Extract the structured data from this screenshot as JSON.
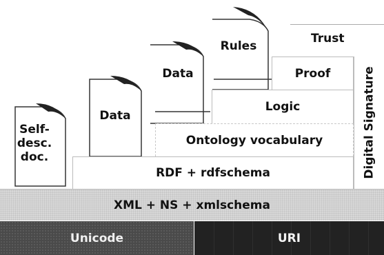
{
  "layers": {
    "unicode": "Unicode",
    "uri": "URI",
    "xml": "XML + NS + xmlschema",
    "rdf": "RDF + rdfschema",
    "ontology": "Ontology vocabulary",
    "logic": "Logic",
    "proof": "Proof",
    "trust": "Trust",
    "digital_signature": "Digital Signature"
  },
  "documents": {
    "self_desc": [
      "Self-",
      "desc.",
      "doc."
    ],
    "data_1": "Data",
    "data_2": "Data",
    "rules": "Rules"
  }
}
